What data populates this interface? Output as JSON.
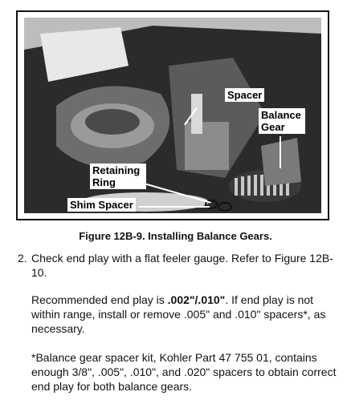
{
  "figure": {
    "callouts": {
      "spacer": "Spacer",
      "balance_gear_line1": "Balance",
      "balance_gear_line2": "Gear",
      "retaining_ring_line1": "Retaining",
      "retaining_ring_line2": "Ring",
      "shim_spacer": "Shim Spacer"
    },
    "caption": "Figure 12B-9. Installing Balance Gears."
  },
  "step2": {
    "number": "2.",
    "text": "Check end play with a flat feeler gauge. Refer to Figure 12B-10."
  },
  "recommended": {
    "prefix": "Recommended end play is ",
    "value": ".002\"/.010\"",
    "suffix": ". If end play is not within range, install or remove .005\" and .010\" spacers*, as necessary."
  },
  "footnote": {
    "text": "*Balance gear spacer kit, Kohler Part 47 755 01, contains enough 3/8\", .005\", .010\", and .020\" spacers to obtain correct end play for both balance gears."
  }
}
